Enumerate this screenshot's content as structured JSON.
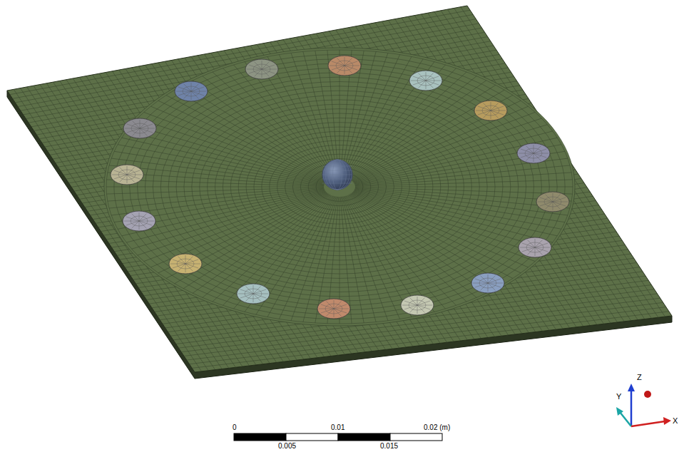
{
  "diagram": {
    "labels": [
      "0",
      "0.01",
      "0.02 (m)",
      "0.005",
      "0.015",
      "Z",
      "Y",
      "X"
    ]
  }
}
